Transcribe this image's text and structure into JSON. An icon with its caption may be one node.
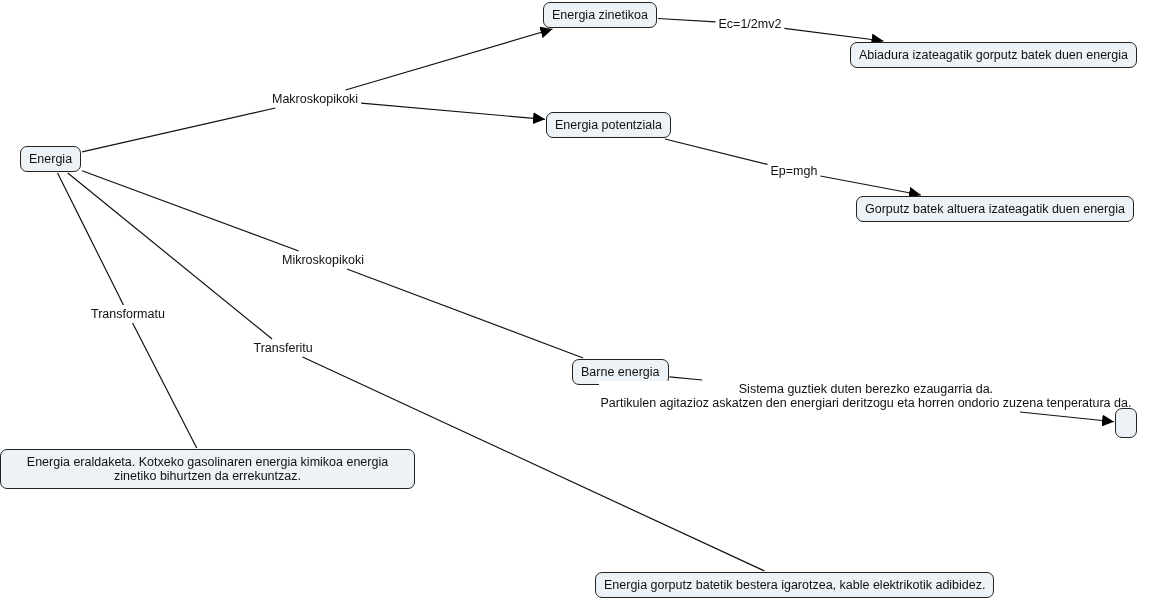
{
  "diagram": {
    "nodes": [
      {
        "text": [
          "Energia"
        ]
      },
      {
        "text": [
          "Makroskopikoki"
        ]
      },
      {
        "text": [
          "Energia zinetikoa"
        ]
      },
      {
        "text": [
          "Energia potentziala"
        ]
      },
      {
        "text": [
          "Ec=1/2mv2"
        ]
      },
      {
        "text": [
          "Abiadura izateagatik gorputz batek duen energia"
        ]
      },
      {
        "text": [
          "Ep=mgh"
        ]
      },
      {
        "text": [
          "Gorputz batek altuera izateagatik duen energia"
        ]
      },
      {
        "text": [
          "Mikroskopikoki"
        ]
      },
      {
        "text": [
          "Barne energia"
        ]
      },
      {
        "text": [
          "Sistema guztiek duten berezko ezaugarria da.",
          "Partikulen agitazioz askatzen den energiari deritzogu eta horren ondorio zuzena tenperatura da."
        ]
      },
      {
        "text": [],
        "shape": "box"
      },
      {
        "text": [
          "Transformatu"
        ]
      },
      {
        "text": [
          "Energia eraldaketa. Kotxeko gasolinaren energia kimikoa energia zinetiko bihurtzen da errekuntzaz."
        ]
      },
      {
        "text": [
          "Transferitu"
        ]
      },
      {
        "text": [
          "Energia gorputz batetik bestera igarotzea, kable elektrikotik adibidez."
        ]
      }
    ],
    "edges": [
      {
        "from": 0,
        "to": 1,
        "arrow": "none"
      },
      {
        "from": 1,
        "to": 2,
        "arrow": "to"
      },
      {
        "from": 1,
        "to": 3,
        "arrow": "to"
      },
      {
        "from": 2,
        "to": 4,
        "arrow": "none"
      },
      {
        "from": 4,
        "to": 5,
        "arrow": "to"
      },
      {
        "from": 3,
        "to": 6,
        "arrow": "none"
      },
      {
        "from": 6,
        "to": 7,
        "arrow": "to"
      },
      {
        "from": 0,
        "to": 8,
        "arrow": "none"
      },
      {
        "from": 8,
        "to": 9,
        "arrow": "none"
      },
      {
        "from": 9,
        "to": 10,
        "arrow": "none"
      },
      {
        "from": 10,
        "to": 11,
        "arrow": "to"
      },
      {
        "from": 0,
        "to": 12,
        "arrow": "none"
      },
      {
        "from": 12,
        "to": 13,
        "arrow": "none"
      },
      {
        "from": 0,
        "to": 14,
        "arrow": "none"
      },
      {
        "from": 14,
        "to": 15,
        "arrow": "none"
      }
    ]
  }
}
